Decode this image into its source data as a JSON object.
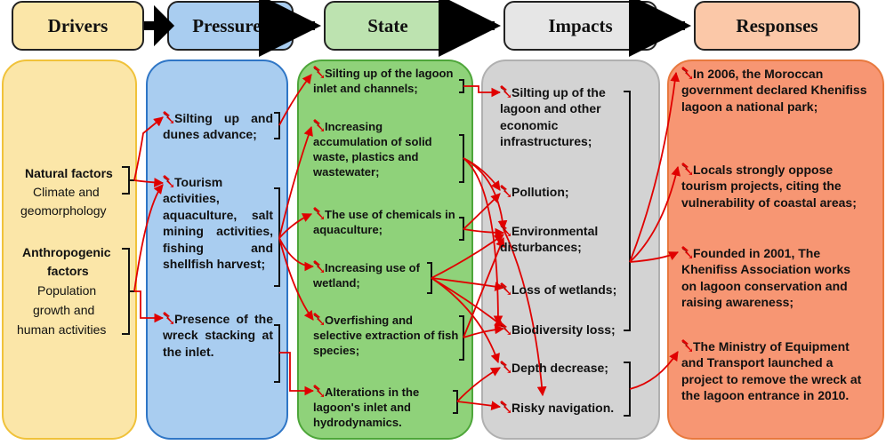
{
  "headers": {
    "drivers": "Drivers",
    "pressures": "Pressures",
    "state": "State",
    "impacts": "Impacts",
    "responses": "Responses"
  },
  "colors": {
    "drivers_fill": "#fbe6a8",
    "drivers_border": "#f0c23a",
    "pressures_fill": "#a9cdf0",
    "pressures_border": "#2f76c6",
    "state_fill": "#8fd27a",
    "state_border": "#4ea63a",
    "impacts_fill": "#d3d3d3",
    "impacts_border": "#b0b0b0",
    "responses_fill": "#f79673",
    "responses_border": "#e8793e",
    "arrow": "#e00000",
    "bracket": "#111111"
  },
  "icon": "lightning-bolt-icon",
  "drivers": {
    "natural_title": "Natural factors",
    "natural_line1": "Climate and",
    "natural_line2": "geomorphology",
    "anthro_title1": "Anthropogenic",
    "anthro_title2": "factors",
    "anthro_line1": "Population",
    "anthro_line2": "growth and",
    "anthro_line3": "human activities"
  },
  "pressures": [
    "Silting up and dunes advance;",
    "Tourism activities, aquaculture, salt mining activities, fishing and shellfish harvest;",
    "Presence of the wreck stacking at the inlet."
  ],
  "state": [
    "Silting up of the lagoon inlet and channels;",
    "Increasing accumulation of solid waste, plastics and wastewater;",
    "The use of chemicals in aquaculture;",
    "Increasing use of wetland;",
    "Overfishing and selective extraction of fish species;",
    "Alterations in the lagoon's inlet and hydrodynamics."
  ],
  "impacts": [
    "Silting up of the lagoon and other economic infrastructures;",
    "Pollution;",
    "Environmental disturbances;",
    "Loss of wetlands;",
    "Biodiversity loss;",
    "Depth decrease;",
    "Risky navigation."
  ],
  "responses": [
    "In 2006, the Moroccan government declared Khenifiss lagoon a national park;",
    "Locals strongly oppose tourism projects, citing the vulnerability of coastal areas;",
    "Founded in 2001, The Khenifiss Association works on lagoon conservation and raising awareness;",
    "The Ministry of Equipment and Transport launched a project to remove the wreck at the lagoon entrance in 2010."
  ]
}
